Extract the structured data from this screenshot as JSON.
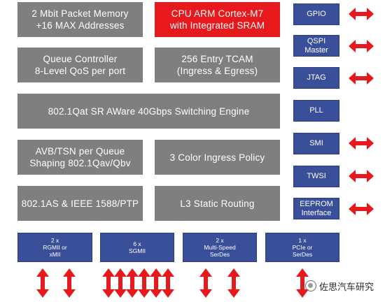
{
  "blocks": {
    "packet_memory": [
      "2 Mbit Packet Memory",
      "+16 MAX Addresses"
    ],
    "cpu": [
      "CPU ARM Cortex-M7",
      "with Integrated SRAM"
    ],
    "queue_controller": [
      "Queue Controller",
      "8-Level QoS per port"
    ],
    "tcam": [
      "256 Entry TCAM",
      "(Ingress & Egress)"
    ],
    "switching_engine": [
      "802.1Qat SR AWare 40Gbps Switching Engine"
    ],
    "avb_tsn": [
      "AVB/TSN per Queue",
      "Shaping 802.1Qav/Qbv"
    ],
    "ingress_policy": [
      "3 Color Ingress Policy"
    ],
    "ptp": [
      "802.1AS & IEEE 1588/PTP"
    ],
    "l3_routing": [
      "L3 Static Routing"
    ]
  },
  "side_blocks": {
    "gpio": [
      "GPIO"
    ],
    "qspi": [
      "QSPI",
      "Master"
    ],
    "jtag": [
      "JTAG"
    ],
    "pll": [
      "PLL"
    ],
    "smi": [
      "SMI"
    ],
    "twsi": [
      "TWSI"
    ],
    "eeprom": [
      "EEPROM",
      "Interface"
    ]
  },
  "interfaces": {
    "rgmii": [
      "2 x",
      "RGMII or",
      "xMII"
    ],
    "sgmii": [
      "6 x",
      "SGMII"
    ],
    "serdes": [
      "2 x",
      "Multi-Speed",
      "SerDes"
    ],
    "pcie": [
      "1 x",
      "PCIe or",
      "SerDes"
    ]
  },
  "watermark": {
    "text": "佐思汽车研究",
    "icon": "wechat-official-account-icon"
  },
  "colors": {
    "gray_block": "#7f7f7f",
    "red_block": "#e8191c",
    "blue_block": "#3a4f9a",
    "arrow": "#e8191c"
  }
}
